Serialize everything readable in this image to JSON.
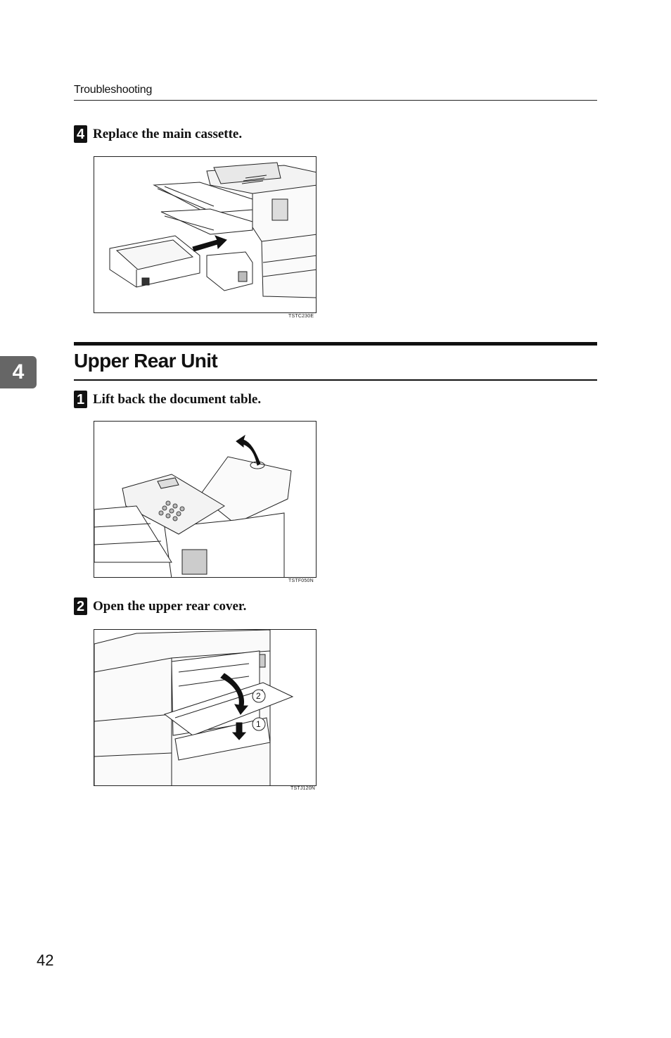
{
  "header": {
    "running_title": "Troubleshooting"
  },
  "steps": {
    "replace_cassette": {
      "number": "4",
      "text": "Replace the main cassette."
    },
    "lift_table": {
      "number": "1",
      "text": "Lift back the document table."
    },
    "open_cover": {
      "number": "2",
      "text": "Open the upper rear cover."
    }
  },
  "section": {
    "title": "Upper Rear Unit"
  },
  "chapter_tab": {
    "number": "4"
  },
  "figures": {
    "cassette": {
      "code": "TSTC230E"
    },
    "document_table": {
      "code": "TSTF050N"
    },
    "rear_cover": {
      "code": "TSTJ120N",
      "callout_1": "1",
      "callout_2": "2"
    }
  },
  "footer": {
    "page_number": "42"
  }
}
